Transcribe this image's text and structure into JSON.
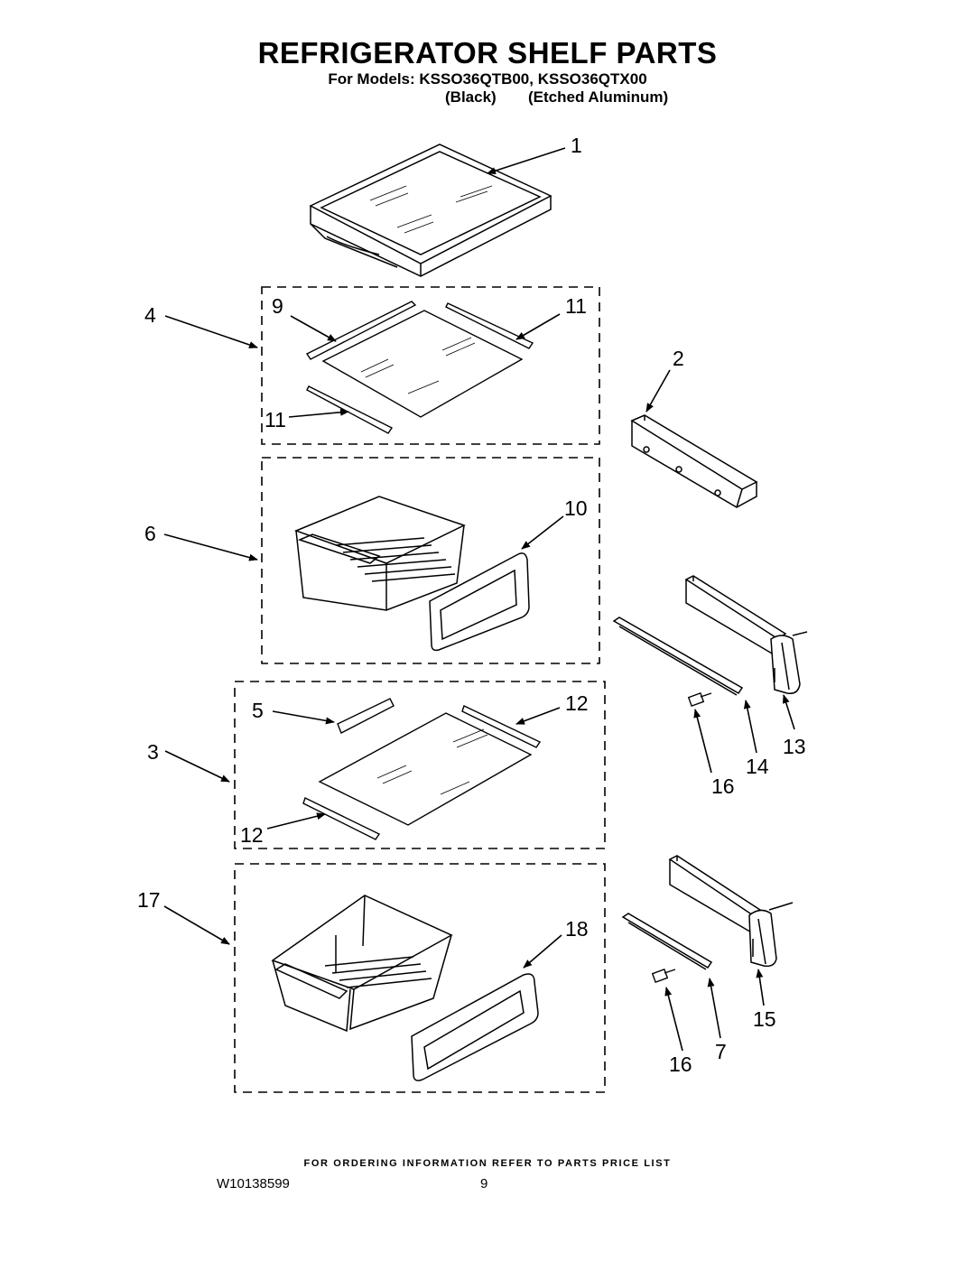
{
  "header": {
    "title": "REFRIGERATOR SHELF PARTS",
    "models_line": "For Models: KSSO36QTB00, KSSO36QTX00",
    "variant_black": "(Black)",
    "variant_aluminum": "(Etched Aluminum)"
  },
  "callouts": {
    "c1": "1",
    "c2": "2",
    "c3": "3",
    "c4": "4",
    "c5": "5",
    "c6": "6",
    "c7": "7",
    "c9": "9",
    "c10": "10",
    "c11a": "11",
    "c11b": "11",
    "c12a": "12",
    "c12b": "12",
    "c13": "13",
    "c14": "14",
    "c15": "15",
    "c16a": "16",
    "c16b": "16",
    "c17": "17",
    "c18": "18"
  },
  "footer": {
    "ordering_note": "FOR ORDERING INFORMATION REFER TO PARTS PRICE LIST",
    "doc_number": "W10138599",
    "page_number": "9"
  }
}
